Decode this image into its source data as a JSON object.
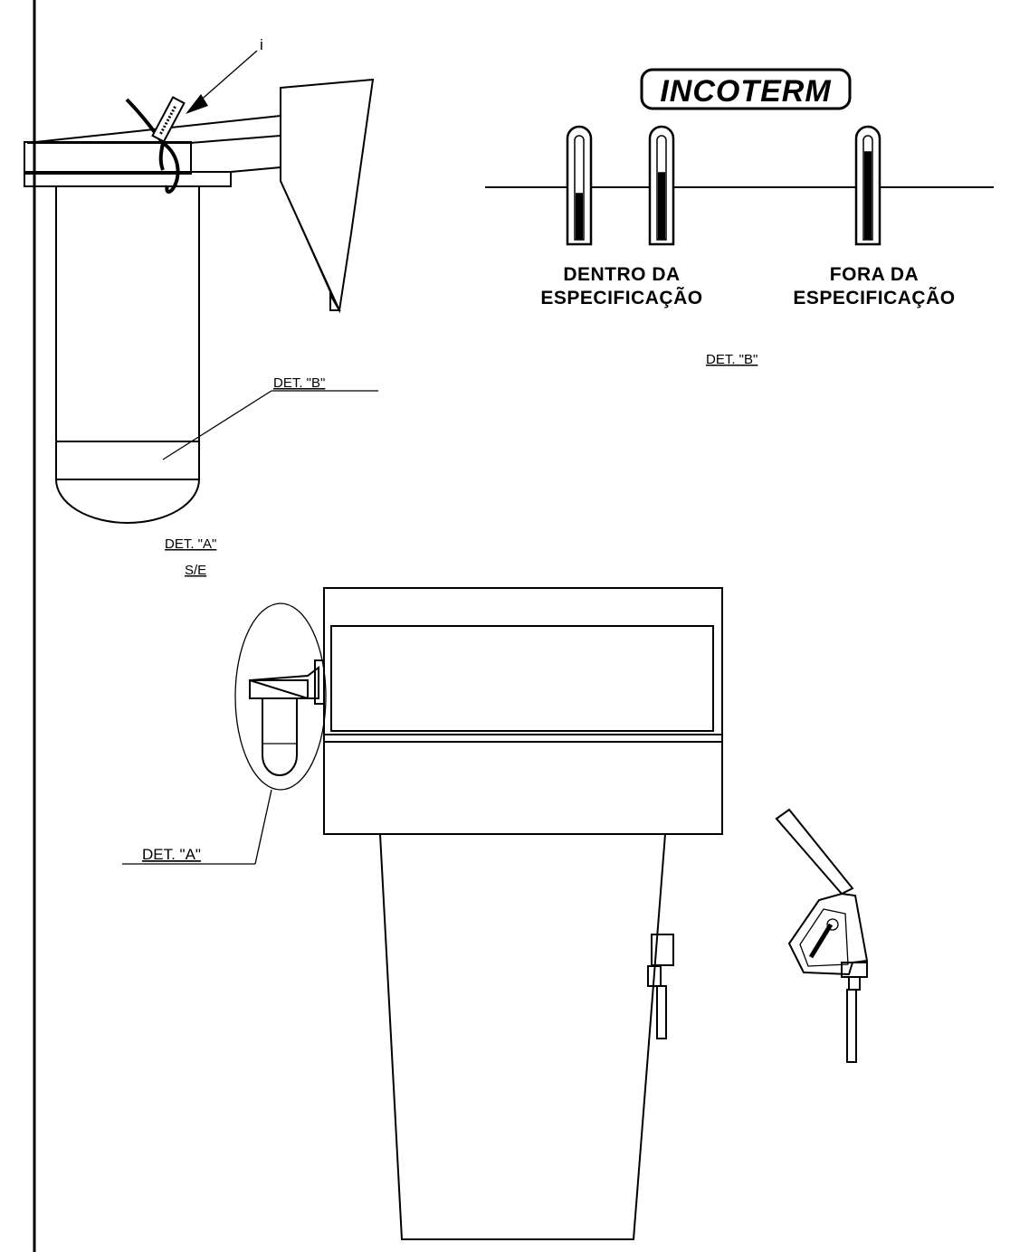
{
  "callout": {
    "marker": "i"
  },
  "brand": {
    "name": "INCOTERM"
  },
  "detail_labels": {
    "det_b_leader": "DET. \"B\"",
    "det_a_title": "DET. \"A\"",
    "det_a_scale": "S/E",
    "det_b_title": "DET. \"B\"",
    "det_a_leader": "DET. \"A\""
  },
  "spec_groups": [
    {
      "line1": "DENTRO DA",
      "line2": "ESPECIFICAÇÃO",
      "thermometer_fill_levels": [
        0.45,
        0.65
      ]
    },
    {
      "line1": "FORA DA",
      "line2": "ESPECIFICAÇÃO",
      "thermometer_fill_levels": [
        0.85
      ]
    }
  ]
}
